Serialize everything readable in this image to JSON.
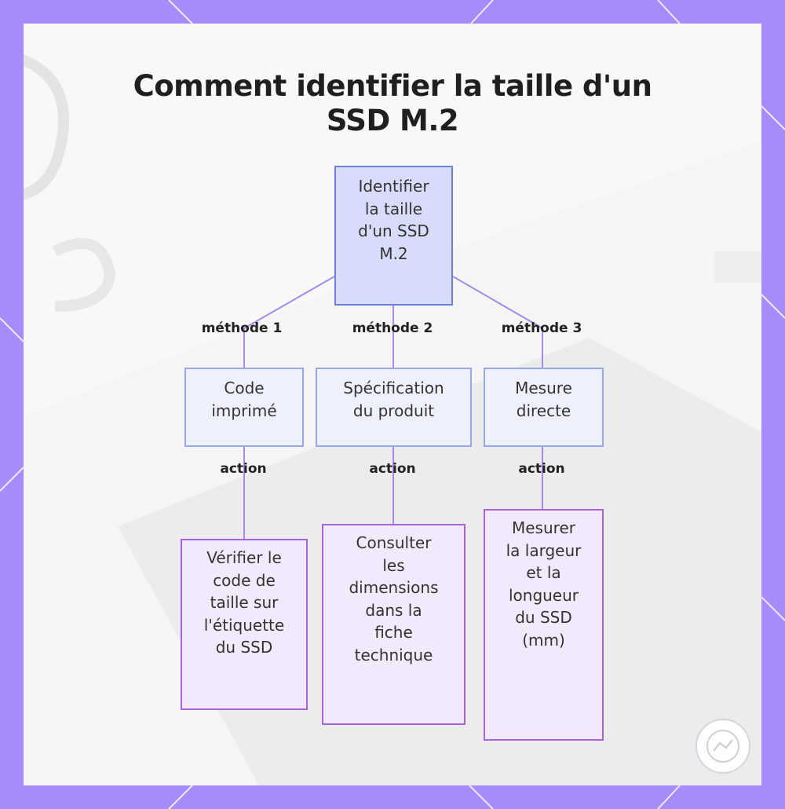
{
  "title": {
    "line1": "Comment identifier la taille d'un",
    "line2": "SSD M.2"
  },
  "root": {
    "lines": [
      "Identifier",
      "la taille",
      "d'un SSD",
      "M.2"
    ]
  },
  "methods": [
    {
      "edge_label": "méthode 1",
      "lines": [
        "Code",
        "imprimé"
      ],
      "action_label": "action",
      "action_lines": [
        "Vérifier le",
        "code de",
        "taille sur",
        "l'étiquette",
        "du SSD"
      ]
    },
    {
      "edge_label": "méthode 2",
      "lines": [
        "Spécification",
        "du produit"
      ],
      "action_label": "action",
      "action_lines": [
        "Consulter",
        "les",
        "dimensions",
        "dans la",
        "fiche",
        "technique"
      ]
    },
    {
      "edge_label": "méthode 3",
      "lines": [
        "Mesure",
        "directe"
      ],
      "action_label": "action",
      "action_lines": [
        "Mesurer",
        "la largeur",
        "et la",
        "longueur",
        "du SSD",
        "(mm)"
      ]
    }
  ],
  "colors": {
    "frame": "#a78bfa",
    "root_fill": "#d8dcfb",
    "method_fill": "#eef1fd",
    "action_fill": "#f2e9fc",
    "connector": "#a78be6"
  }
}
